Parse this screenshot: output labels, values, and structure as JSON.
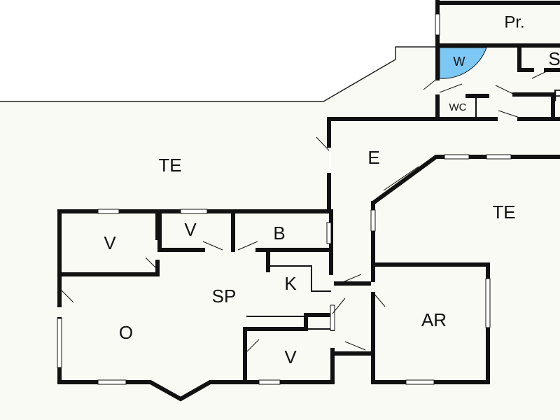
{
  "rooms": {
    "te_left": "TE",
    "te_right": "TE",
    "e": "E",
    "pr": "Pr.",
    "w": "W",
    "s": "S",
    "p": "P",
    "wc": "WC",
    "v1": "V",
    "v2": "V",
    "b": "B",
    "k": "K",
    "sp": "SP",
    "o": "O",
    "v3": "V",
    "ar": "AR"
  },
  "colors": {
    "floor": "#f9faf3",
    "wall": "#111111",
    "wardrobe_fill": "#7cc7f3"
  }
}
